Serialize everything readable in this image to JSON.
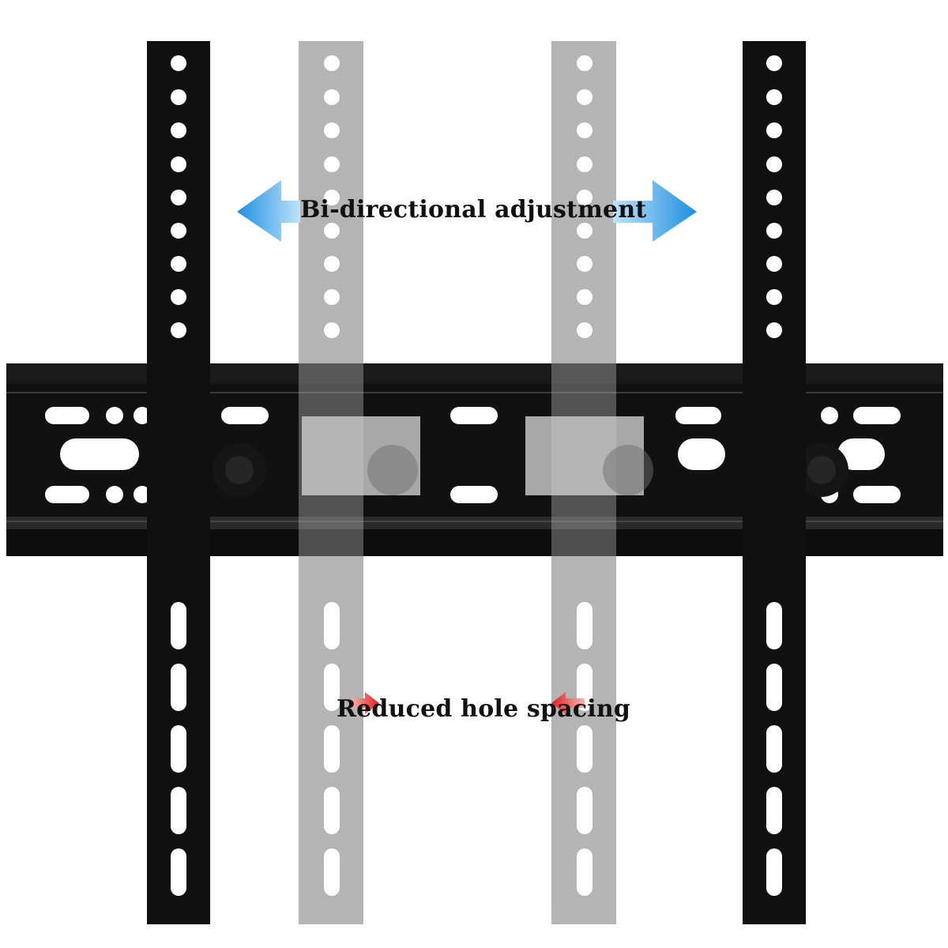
{
  "image": {
    "subject": "TV wall mount bracket",
    "captions": {
      "top": "Bi-directional adjustment",
      "bottom": "Reduced hole spacing"
    },
    "colors": {
      "background": "#ffffff",
      "metal": "#101010",
      "ghost_arm": "#a9a9a9",
      "arrow_blue": "#1e8fe0",
      "arrow_red": "#e0201c"
    },
    "icons": {
      "top_arrows": "double-headed-arrow-icon",
      "bottom_arrows": "inward-arrows-icon"
    }
  }
}
